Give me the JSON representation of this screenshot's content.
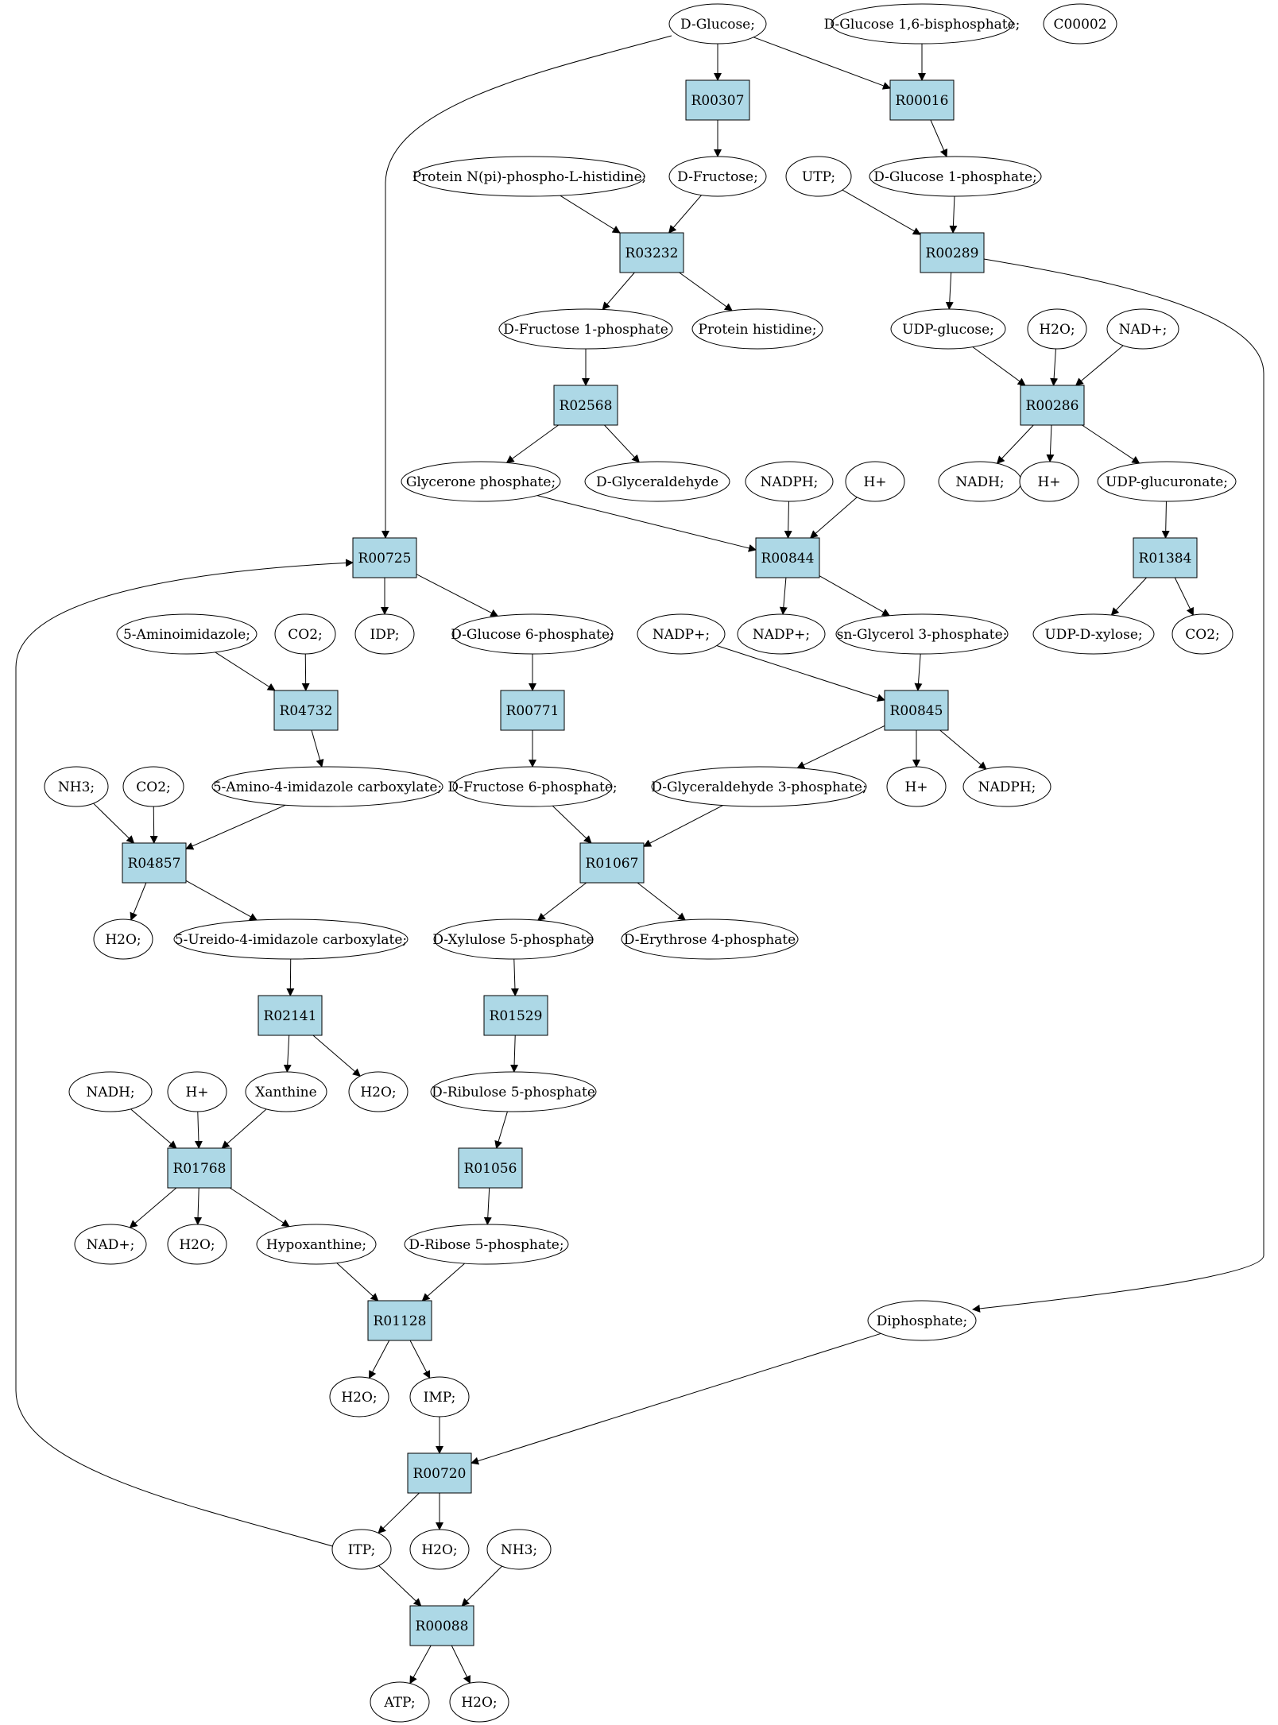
{
  "colors": {
    "compound_fill": "#ffffff",
    "reaction_fill": "#add8e6",
    "highlight_source": "#00ff00",
    "highlight_query": "#ffff00",
    "stroke": "#000000"
  },
  "compounds": {
    "dglucose": "D-Glucose;",
    "dg16bp": "D-Glucose 1,6-bisphosphate;",
    "c00002": "C00002",
    "protein_nphis": "Protein N(pi)-phospho-L-histidine;",
    "dfructose": "D-Fructose;",
    "utp": "UTP;",
    "dg1p": "D-Glucose 1-phosphate;",
    "df1p": "D-Fructose 1-phosphate",
    "protein_his": "Protein histidine;",
    "udpglucose": "UDP-glucose;",
    "h2o_a": "H2O;",
    "nad_a": "NAD+;",
    "glycerone_p": "Glycerone phosphate;",
    "dglyceraldehyde": "D-Glyceraldehyde",
    "nadph_a": "NADPH;",
    "hplus_a": "H+",
    "nadh_a": "NADH;",
    "hplus_b": "H+",
    "udpglucuronate": "UDP-glucuronate;",
    "aminoimidazole": "5-Aminoimidazole;",
    "co2_a": "CO2;",
    "idp": "IDP;",
    "dg6p": "D-Glucose 6-phosphate;",
    "nadp_a": "NADP+;",
    "nadp_b": "NADP+;",
    "snglycerol3p": "sn-Glycerol 3-phosphate;",
    "udpxylose": "UDP-D-xylose;",
    "co2_b": "CO2;",
    "nh3_a": "NH3;",
    "co2_c": "CO2;",
    "aica": "5-Amino-4-imidazole carboxylate;",
    "df6p": "D-Fructose 6-phosphate;",
    "dga3p": "D-Glyceraldehyde 3-phosphate;",
    "hplus_c": "H+",
    "nadph_b": "NADPH;",
    "h2o_b": "H2O;",
    "ureido": "5-Ureido-4-imidazole carboxylate;",
    "dx5p": "D-Xylulose 5-phosphate",
    "de4p": "D-Erythrose 4-phosphate",
    "nadh_b": "NADH;",
    "hplus_d": "H+",
    "xanthine": "Xanthine",
    "h2o_c": "H2O;",
    "dru5p": "D-Ribulose 5-phosphate",
    "nad_b": "NAD+;",
    "h2o_d": "H2O;",
    "hypoxanthine": "Hypoxanthine;",
    "dr5p": "D-Ribose 5-phosphate;",
    "diphosphate": "Diphosphate;",
    "h2o_e": "H2O;",
    "imp": "IMP;",
    "itp": "ITP;",
    "h2o_f": "H2O;",
    "nh3_b": "NH3;",
    "atp": "ATP;",
    "h2o_g": "H2O;"
  },
  "reactions": {
    "R00307": "R00307",
    "R00016": "R00016",
    "R03232": "R03232",
    "R00289": "R00289",
    "R02568": "R02568",
    "R00286": "R00286",
    "R00725": "R00725",
    "R00844": "R00844",
    "R01384": "R01384",
    "R04732": "R04732",
    "R00771": "R00771",
    "R00845": "R00845",
    "R04857": "R04857",
    "R01067": "R01067",
    "R02141": "R02141",
    "R01529": "R01529",
    "R01768": "R01768",
    "R01056": "R01056",
    "R01128": "R01128",
    "R00720": "R00720",
    "R00088": "R00088"
  }
}
